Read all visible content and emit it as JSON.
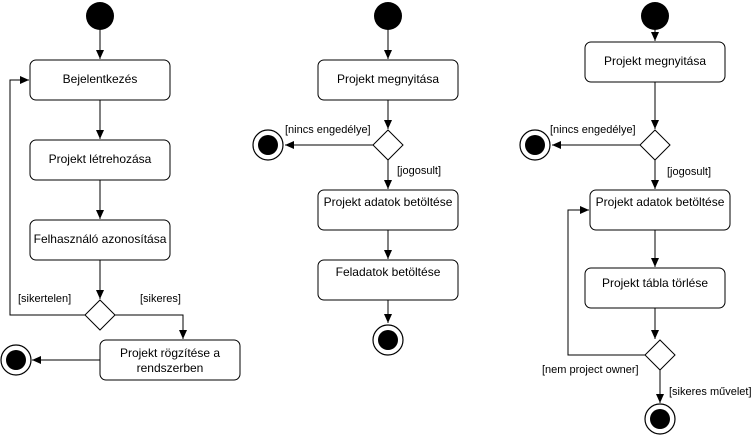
{
  "colors": {
    "stroke": "#000000",
    "fill": "#ffffff"
  },
  "diagram1": {
    "login": "Bejelentkezés",
    "create_project": "Projekt létrehozása",
    "identify_user": "Felhasználó azonosítása",
    "guard_failed": "[sikertelen]",
    "guard_success": "[sikeres]",
    "save_line1": "Projekt rögzítése a",
    "save_line2": "rendszerben"
  },
  "diagram2": {
    "open_project": "Projekt megnyitása",
    "guard_denied": "[nincs engedélye]",
    "guard_authorized": "[jogosult]",
    "load_project_data": "Projekt adatok betöltése",
    "load_tasks": "Feladatok betöltése"
  },
  "diagram3": {
    "open_project": "Projekt megnyitása",
    "guard_denied": "[nincs engedélye]",
    "guard_authorized": "[jogosult]",
    "load_project_data": "Projekt adatok betöltése",
    "delete_table": "Projekt tábla törlése",
    "guard_not_owner": "[nem project owner]",
    "guard_success_op": "[sikeres művelet]"
  }
}
